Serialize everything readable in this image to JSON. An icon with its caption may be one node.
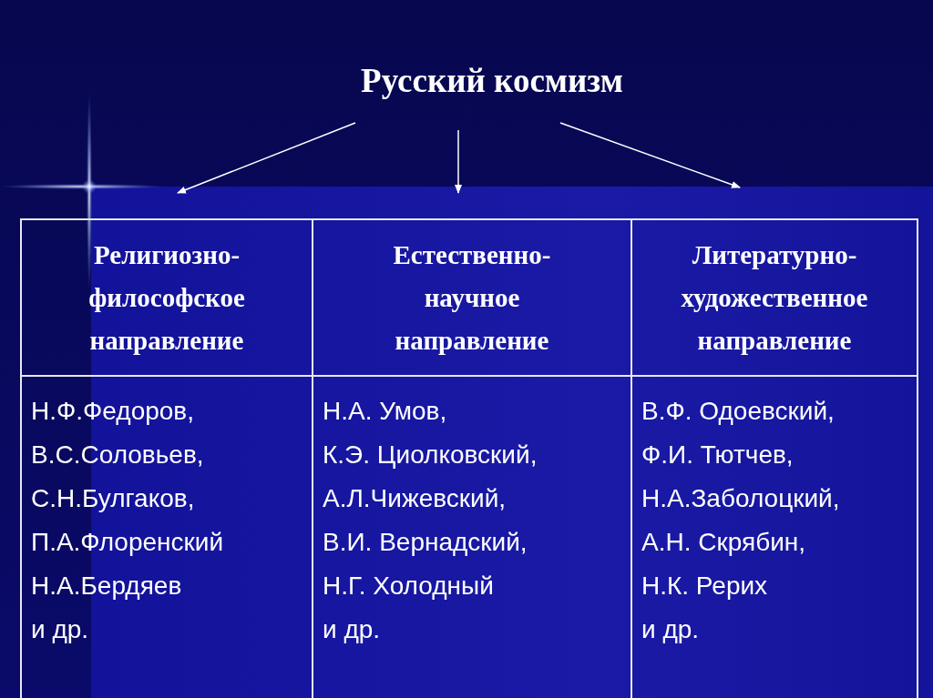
{
  "diagram": {
    "nodes": [
      {
        "text": [
          "Русский космизм"
        ]
      },
      {
        "text": [
          "Религиозно-философское направление"
        ]
      },
      {
        "text": [
          "Естественно-научное направление"
        ]
      },
      {
        "text": [
          "Литературно-художественное направление"
        ]
      }
    ],
    "edges": [
      {
        "from": 0,
        "to": 1,
        "arrow": "to"
      },
      {
        "from": 0,
        "to": 2,
        "arrow": "to"
      },
      {
        "from": 0,
        "to": 3,
        "arrow": "to"
      }
    ],
    "labels": [
      "Н.Ф.Федоров,",
      "В.С.Соловьев,",
      "С.Н.Булгаков,",
      "П.А.Флоренский",
      "Н.А.Бердяев",
      "и др.",
      "Н.А. Умов,",
      "К.Э. Циолковский,",
      "А.Л.Чижевский,",
      "В.И. Вернадский,",
      "Н.Г. Холодный",
      "и др.",
      "В.Ф. Одоевский,",
      "Ф.И. Тютчев,",
      "Н.А.Заболоцкий,",
      "А.Н. Скрябин,",
      "Н.К. Рерих",
      "и др."
    ]
  }
}
